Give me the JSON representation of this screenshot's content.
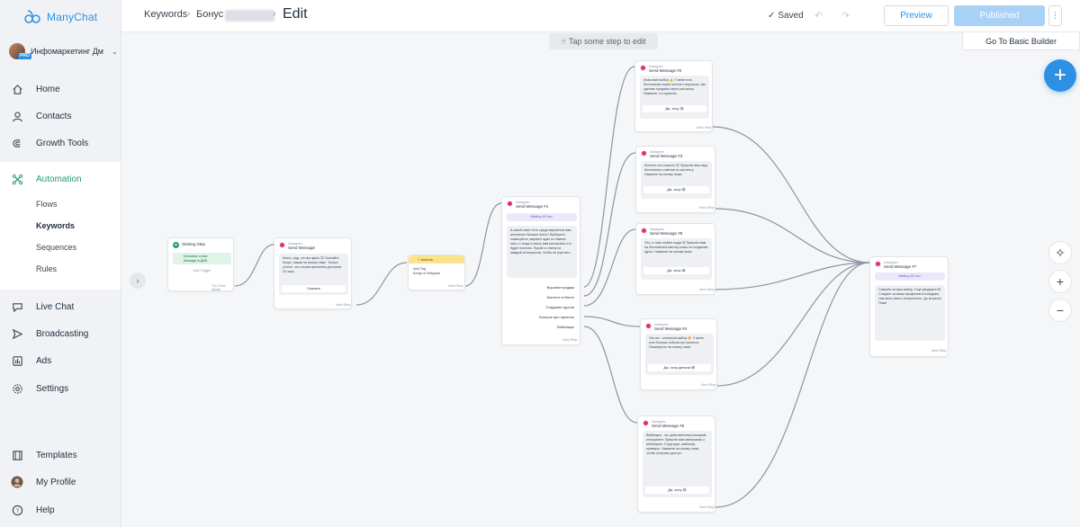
{
  "brand": {
    "name": "ManyChat"
  },
  "account": {
    "name": "Инфомаркетинг Дм",
    "badge": "PRO"
  },
  "sidebar": {
    "items": [
      {
        "id": "home",
        "label": "Home"
      },
      {
        "id": "contacts",
        "label": "Contacts"
      },
      {
        "id": "growth",
        "label": "Growth Tools"
      },
      {
        "id": "automation",
        "label": "Automation"
      },
      {
        "id": "livechat",
        "label": "Live Chat"
      },
      {
        "id": "broadcasting",
        "label": "Broadcasting"
      },
      {
        "id": "ads",
        "label": "Ads"
      },
      {
        "id": "settings",
        "label": "Settings"
      },
      {
        "id": "templates",
        "label": "Templates"
      },
      {
        "id": "profile",
        "label": "My Profile"
      },
      {
        "id": "help",
        "label": "Help"
      }
    ],
    "automation_sub": [
      "Flows",
      "Keywords",
      "Sequences",
      "Rules"
    ]
  },
  "header": {
    "crumb1": "Keywords",
    "crumb2": "Бонус в",
    "title": "Edit",
    "saved": "Saved",
    "preview": "Preview",
    "published": "Published",
    "more": "⋮",
    "basic_builder": "Go To Basic Builder"
  },
  "canvas": {
    "hint": "Tap some step to edit",
    "nodes": {
      "start": {
        "title": "Starting Step",
        "trigger_line1": "Ключевое слово",
        "trigger_line2": "Message is ДАМ",
        "add_trigger": "Add Trigger",
        "next": "The Flow Starts"
      },
      "send1": {
        "kind": "Instagram",
        "title": "Send Message",
        "text": "Класс, рад, что вы здесь 😊 Скачайте бонус, нажав на кнопку ниже. Только учтите, что ссылка временно доступна 24 часа",
        "button": "Скачать",
        "next": "Next Step"
      },
      "actions": {
        "title": "Actions",
        "line1": "Add Tag",
        "line2": "Бонус в Telegram",
        "next": "Next Step"
      },
      "send2": {
        "kind": "Instagram",
        "title": "Send Message #1",
        "delay": "Waiting 60 sec.",
        "text": "А какой ответ есть среди вариантов вам интересен больше всего? Выберите, пожалуйста, вариант один из нижних пяти, и тогда я смогу вам рассказать что будет полезно. Порой я отвечу на каждый из вопросов, чтобы не упустить.",
        "options": [
          "Воронки продаж",
          "Контент в Инсте",
          "Создание курсов",
          "Больше про проекты",
          "Вебинары"
        ],
        "next": "Next Step"
      },
      "m2": {
        "kind": "Instagram",
        "title": "Send Message #2",
        "text": "Классный выбор 👍 У меня есть бесплатная серия постов о воронках, как сделать продажи через рассылку. Нажмите, и я пришлю.",
        "button": "Да, хочу 😀",
        "next": "Next Step"
      },
      "m3": {
        "kind": "Instagram",
        "title": "Send Message #3",
        "text": "Контент-это классно 😊 Пришлю вам пару бесплатных советов по контенту. Нажмите на кнопку ниже:",
        "button": "Да, хочу 😀",
        "next": "Next Step"
      },
      "m5": {
        "kind": "Instagram",
        "title": "Send Message #5",
        "text": "Это, я тоже любил когда 😊 Пришлю вам на бесплатный мастер-класс по созданию курса. Нажмите на кнопку ниже:",
        "button": "Да, хочу 😀",
        "next": "Next Step"
      },
      "m4": {
        "kind": "Instagram",
        "title": "Send Message #4",
        "text": "Это же - отличный выбор 🔥 У меня есть больше кейсов про проекты. Посмотрите на кнопку ниже:",
        "button": "Да, хочу детали 😀",
        "next": "Next Step"
      },
      "m6": {
        "kind": "Instagram",
        "title": "Send Message #6",
        "text": "Вебинары - это действительно мощный инструмент. Пришлю вам материалы о вебинарах. Структура, шаблоны, примеры. Нажмите на кнопку ниже, чтобы получить доступ.",
        "button": "Да, хочу 😀",
        "next": "Next Step"
      },
      "m7": {
        "kind": "Instagram",
        "title": "Send Message #7",
        "delay": "Waiting 60 sec.",
        "text": "Спасибо за ваш выбор. Еще увидимся 😊 Следите за моим профилем в Instagram, там много всего интересного. До встречи! Пока!",
        "next": "Next Step"
      }
    }
  },
  "colors": {
    "accent": "#2e90e3",
    "automation": "#22a06b",
    "instagram": "#e1306c",
    "actions": "#fbe38d"
  }
}
